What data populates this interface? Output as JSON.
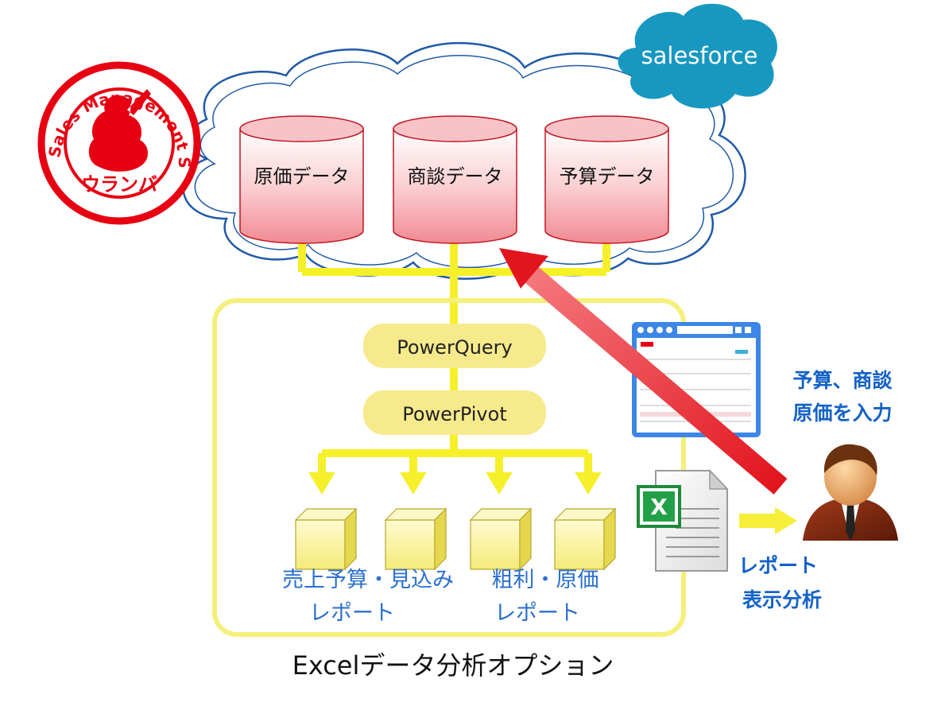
{
  "logo": {
    "ring_text": "Sales Management Service",
    "brand_text": "ウランバ",
    "color": "#e60012"
  },
  "salesforce": {
    "label": "salesforce",
    "color": "#1798c1"
  },
  "databases": [
    {
      "label": "原価データ"
    },
    {
      "label": "商談データ"
    },
    {
      "label": "予算データ"
    }
  ],
  "pipeline": {
    "power_query": "PowerQuery",
    "power_pivot": "PowerPivot"
  },
  "reports": {
    "sales_label": [
      "売上予算・見込み",
      "レポート"
    ],
    "profit_label": [
      "粗利・原価",
      "レポート"
    ]
  },
  "input_text": [
    "予算、商談",
    "原価を入力"
  ],
  "report_text": [
    "レポート",
    "表示分析"
  ],
  "caption": "Excelデータ分析オプション",
  "excel_icon_letter": "X",
  "colors": {
    "connector": "#f5f02a",
    "db_fill": "#f6b3b8",
    "db_stroke": "#c01420",
    "cloud_stroke": "#1f5aa8",
    "arrow": "#ee1c24",
    "pill": "#f7ea8c",
    "label_blue": "#2a6fd1"
  }
}
